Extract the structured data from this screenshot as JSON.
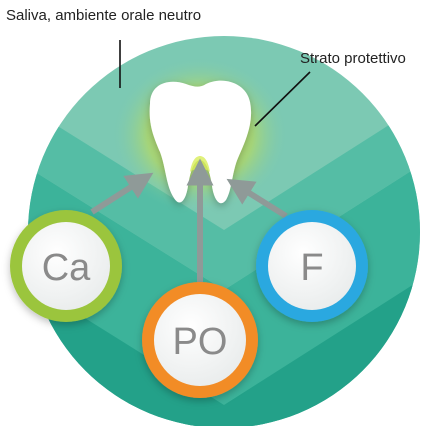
{
  "labels": {
    "saliva": "Saliva, ambiente orale neutro",
    "protective_layer": "Strato protettivo"
  },
  "ions": [
    {
      "symbol": "Ca",
      "ring_color": "#9bc53d"
    },
    {
      "symbol": "PO",
      "ring_color": "#f28c28"
    },
    {
      "symbol": "F",
      "ring_color": "#29a8e0"
    }
  ],
  "colors": {
    "teal_dark": "#1f9e86",
    "teal_mid": "#3cb39a",
    "teal_light": "#7cc9b3",
    "glow": "#d8ee5a",
    "arrow": "#8f9a98",
    "tooth": "#ffffff"
  }
}
